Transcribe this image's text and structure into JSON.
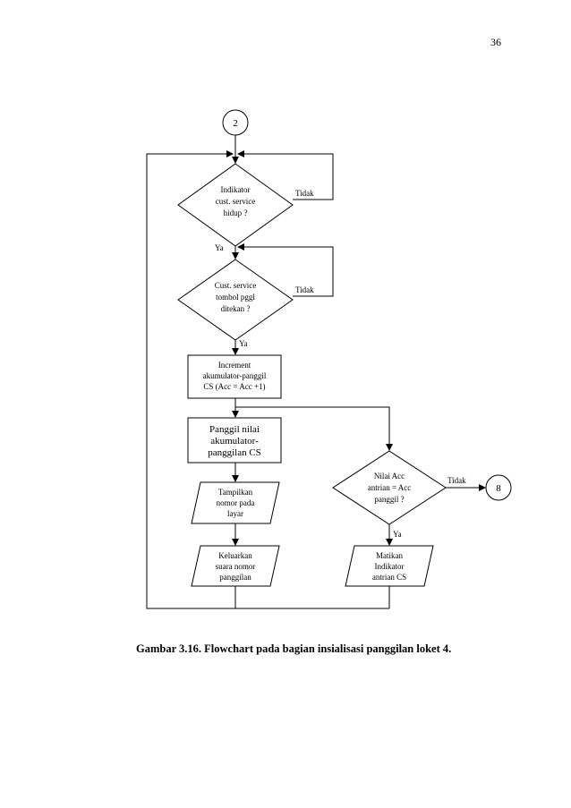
{
  "page": {
    "number": "36"
  },
  "caption": "Gambar 3.16. Flowchart pada bagian insialisasi panggilan loket 4.",
  "flowchart": {
    "connector_in": "2",
    "connector_out": "8",
    "decision1": [
      "Indikator",
      "cust. service",
      "hidup ?"
    ],
    "decision2": [
      "Cust. service",
      "tombol pggl",
      "ditekan ?"
    ],
    "process1": [
      "Increment",
      "akumulator-panggil",
      "CS (Acc = Acc +1)"
    ],
    "process2": [
      "Panggil nilai",
      "akumulator-",
      "panggilan CS"
    ],
    "io1": [
      "Tampilkan",
      "nomor pada",
      "layar"
    ],
    "io2": [
      "Keluarkan",
      "suara nomor",
      "panggilan"
    ],
    "decision3": [
      "Nilai Acc",
      "antrian = Acc",
      "panggil ?"
    ],
    "process3": [
      "Matikan",
      "Indikator",
      "antrian CS"
    ],
    "label_no1": "Tidak",
    "label_yes1": "Ya",
    "label_no2": "Tidak",
    "label_yes2": "Ya",
    "label_no3": "Tidak",
    "label_yes3": "Ya"
  }
}
